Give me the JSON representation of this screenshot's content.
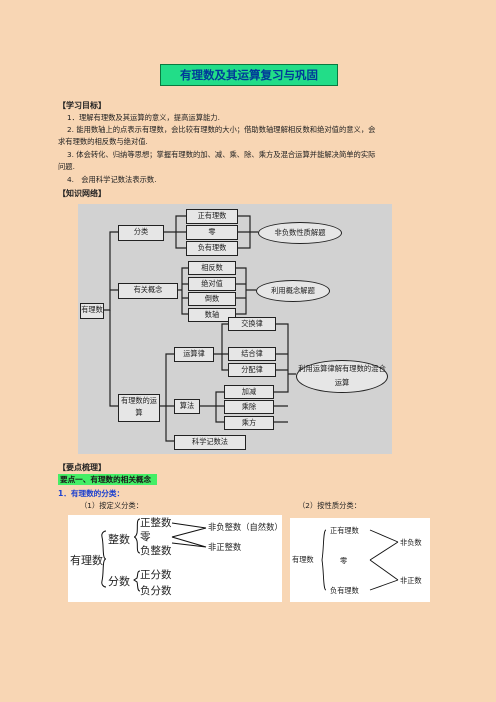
{
  "title": "有理数及其运算复习与巩固",
  "goals": {
    "heading": "【学习目标】",
    "items": [
      "1．理解有理数及其运算的意义，提高运算能力.",
      "2. 能用数轴上的点表示有理数，会比较有理数的大小；借助数轴理解相反数和绝对值的意义，会",
      "求有理数的相反数与绝对值.",
      "3. 体会转化、归纳等思想；掌握有理数的加、减、乘、除、乘方及混合运算并能解决简单的实际",
      "问题.",
      "4.　会用科学记数法表示数."
    ]
  },
  "network": {
    "heading": "【知识网络】",
    "root": "有理数",
    "branches": [
      "分类",
      "有关概念",
      "有理数的运算"
    ],
    "classify_items": [
      "正有理数",
      "零",
      "负有理数"
    ],
    "concept_items": [
      "相反数",
      "绝对值",
      "倒数",
      "数轴"
    ],
    "calc_law": "运算律",
    "laws": [
      "交换律",
      "结合律",
      "分配律"
    ],
    "calc_method": "算法",
    "methods": [
      "加减",
      "乘除",
      "乘方"
    ],
    "sci": "科学记数法",
    "ovals": [
      "非负数性质解题",
      "利用概念解题",
      "利用运算律解有理数的混合运算"
    ]
  },
  "sorting": {
    "heading": "【要点梳理】",
    "point1": "要点一、有理数的相关概念",
    "sub1": "1．有理数的分类：",
    "def_label": "（1）按定义分类：",
    "sign_label": "（2）按性质分类：",
    "def_tree": {
      "root": "有理数",
      "a": "整数",
      "a_items": [
        "正整数",
        "零",
        "负整数"
      ],
      "b": "分数",
      "b_items": [
        "正分数",
        "负分数"
      ],
      "right": [
        "非负整数（自然数）",
        "非正整数"
      ]
    },
    "sign_tree": {
      "root": "有理数",
      "items": [
        "正有理数",
        "零",
        "负有理数"
      ],
      "right": [
        "非负数",
        "非正数"
      ]
    }
  }
}
